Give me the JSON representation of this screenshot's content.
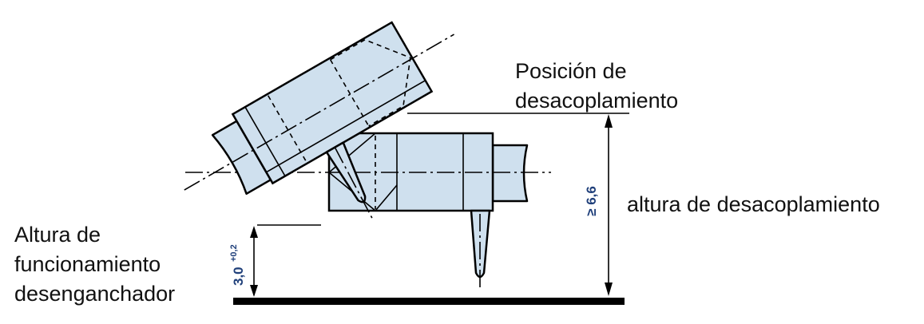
{
  "colors": {
    "part_fill": "#cfe0ee",
    "outline": "#000000",
    "dimension_text": "#1f3f7a"
  },
  "labels": {
    "uncoupling_position_line1": "Posición de",
    "uncoupling_position_line2": "desacoplamiento",
    "uncoupling_height": "altura de desacoplamiento",
    "operating_height_line1": "Altura de",
    "operating_height_line2": "funcionamiento",
    "operating_height_line3": "desenganchador"
  },
  "dimensions": {
    "uncoupling_min": "≥ 6,6",
    "operating_base": "3,0",
    "operating_tolerance": "+0,2"
  }
}
